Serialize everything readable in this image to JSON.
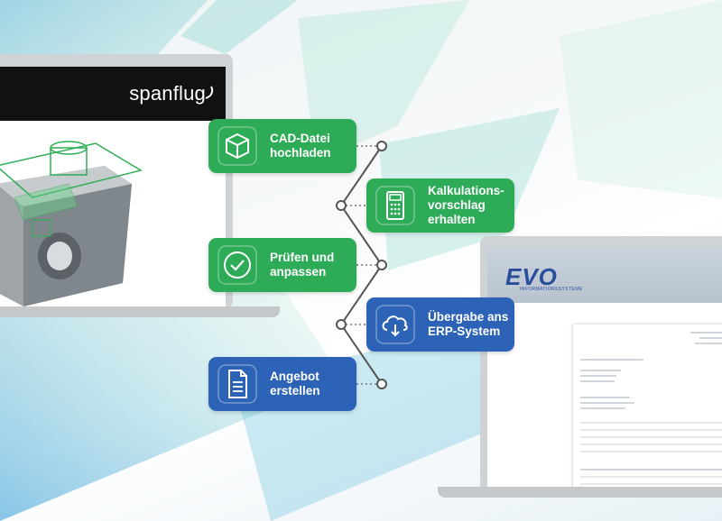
{
  "left_app": {
    "logo": "spanflug"
  },
  "right_app": {
    "logo": "EVO",
    "logo_subtitle": "INFORMATIONSSYSTEME"
  },
  "steps": [
    {
      "label": "CAD-Datei\nhochladen",
      "icon": "cube-icon",
      "color": "green"
    },
    {
      "label": "Kalkulations-\nvorschlag\nerhalten",
      "icon": "calculator-icon",
      "color": "green"
    },
    {
      "label": "Prüfen und\nanpassen",
      "icon": "check-circle-icon",
      "color": "green"
    },
    {
      "label": "Übergabe ans\nERP-System",
      "icon": "cloud-download-icon",
      "color": "blue"
    },
    {
      "label": "Angebot\nerstellen",
      "icon": "document-icon",
      "color": "blue"
    }
  ],
  "colors": {
    "green": "#2eab57",
    "blue": "#2d63b6"
  }
}
